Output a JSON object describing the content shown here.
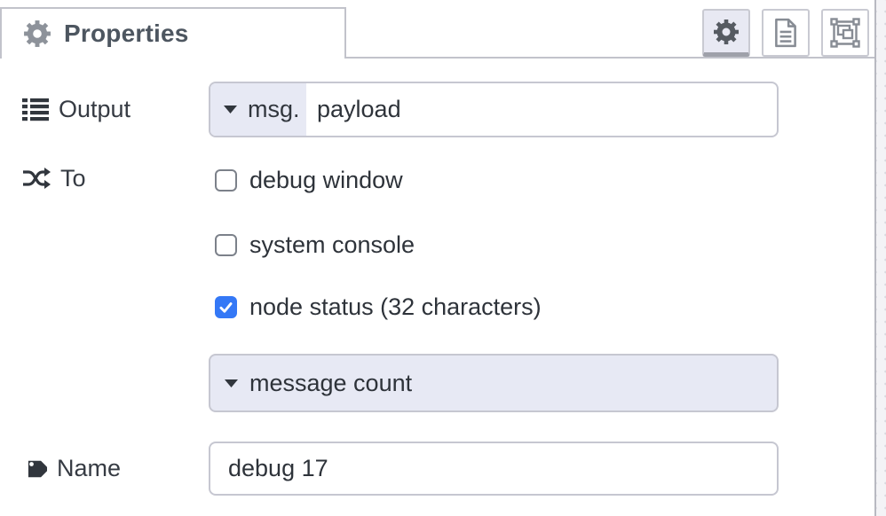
{
  "panel": {
    "title": "Properties"
  },
  "toolbar": {
    "tabs": [
      {
        "id": "properties",
        "icon": "gear-icon",
        "active": true
      },
      {
        "id": "description",
        "icon": "document-icon",
        "active": false
      },
      {
        "id": "appearance",
        "icon": "appearance-icon",
        "active": false
      }
    ]
  },
  "form": {
    "output": {
      "label": "Output",
      "icon": "list-icon",
      "prop_type": "msg.",
      "value": "payload"
    },
    "to": {
      "label": "To",
      "icon": "shuffle-icon",
      "checkboxes": [
        {
          "label": "debug window",
          "checked": false
        },
        {
          "label": "system console",
          "checked": false
        },
        {
          "label": "node status (32 characters)",
          "checked": true
        }
      ],
      "status_value": "message count"
    },
    "name": {
      "label": "Name",
      "icon": "tag-icon",
      "value": "debug 17"
    }
  },
  "colors": {
    "checkbox_checked": "#3478f6",
    "typed_input_bg": "#e7e9f4",
    "field_border": "#c6c7d1",
    "header_border": "#c2c3cb",
    "tab_text": "#4d5660"
  }
}
